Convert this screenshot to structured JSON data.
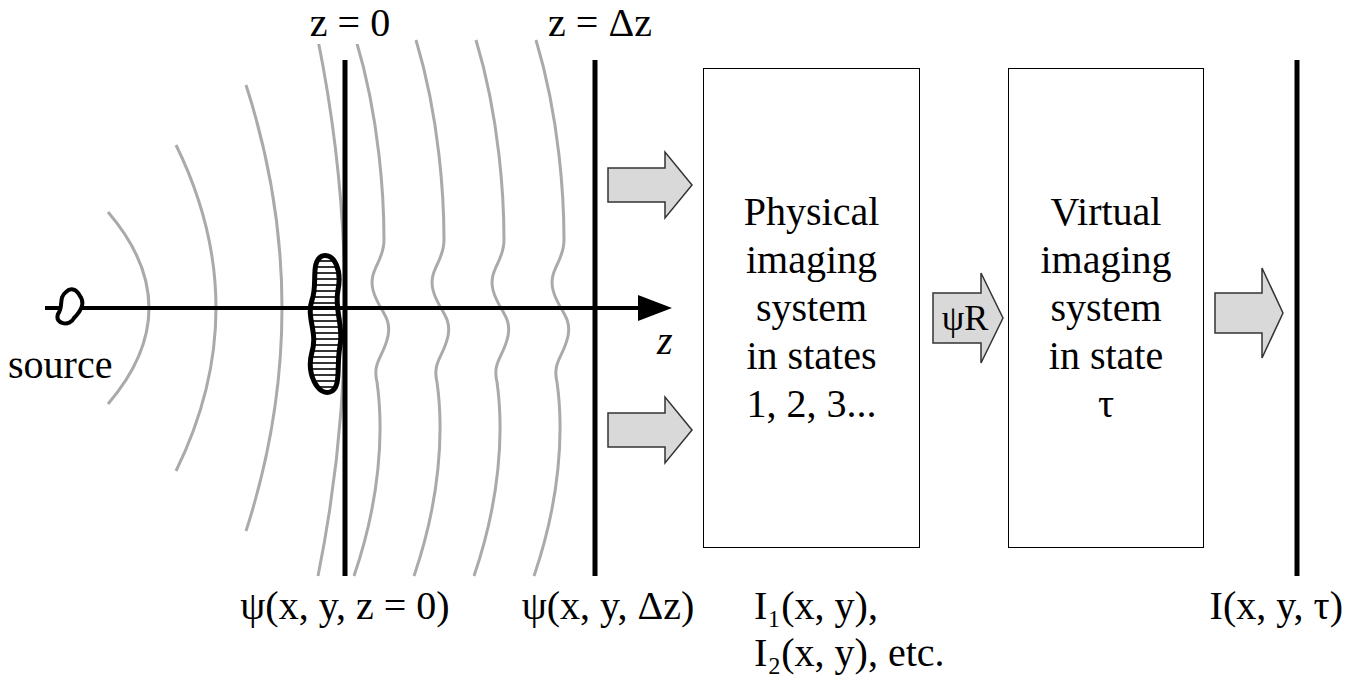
{
  "diagram": {
    "nodes": [
      {
        "text": [
          "Physical imaging system in states 1, 2, 3..."
        ]
      },
      {
        "text": [
          "Virtual imaging system in state τ"
        ]
      }
    ],
    "edges": [
      {
        "from": 0,
        "to": 1,
        "arrow": "to",
        "label": "ψR"
      }
    ],
    "labels": [
      "z = 0",
      "z = Δz",
      "source",
      "z",
      "ψ(x, y, z = 0)",
      "ψ(x, y, Δz)",
      "I₁(x, y),",
      "I₂(x, y), etc.",
      "I(x, y, τ)"
    ]
  }
}
